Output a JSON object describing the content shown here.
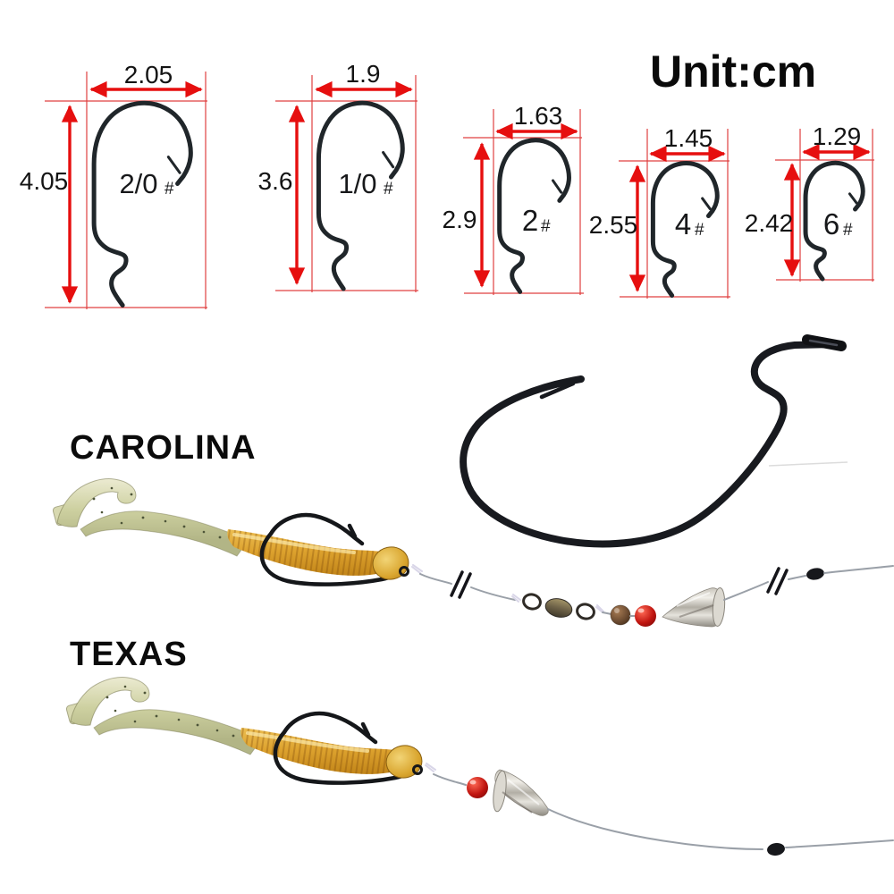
{
  "unit_label": "Unit:cm",
  "size_chart": {
    "hooks": [
      {
        "size": "2/0",
        "size_suffix": "#",
        "width_cm": "2.05",
        "height_cm": "4.05"
      },
      {
        "size": "1/0",
        "size_suffix": "#",
        "width_cm": "1.9",
        "height_cm": "3.6"
      },
      {
        "size": "2",
        "size_suffix": "#",
        "width_cm": "1.63",
        "height_cm": "2.9"
      },
      {
        "size": "4",
        "size_suffix": "#",
        "width_cm": "1.45",
        "height_cm": "2.55"
      },
      {
        "size": "6",
        "size_suffix": "#",
        "width_cm": "1.29",
        "height_cm": "2.42"
      }
    ]
  },
  "rigs": {
    "carolina_label": "CAROLINA",
    "texas_label": "TEXAS"
  },
  "colors": {
    "dimension_red": "#e60f0f",
    "hook_black": "#20262a",
    "worm_body_gold": "#d99a28",
    "worm_tail_olive": "#c9cb9c",
    "weight_silver": "#c6c2b9",
    "bead_red": "#c01510",
    "bead_brown": "#6a4a30",
    "line_grey": "#9aa0a8",
    "background": "#ffffff"
  }
}
